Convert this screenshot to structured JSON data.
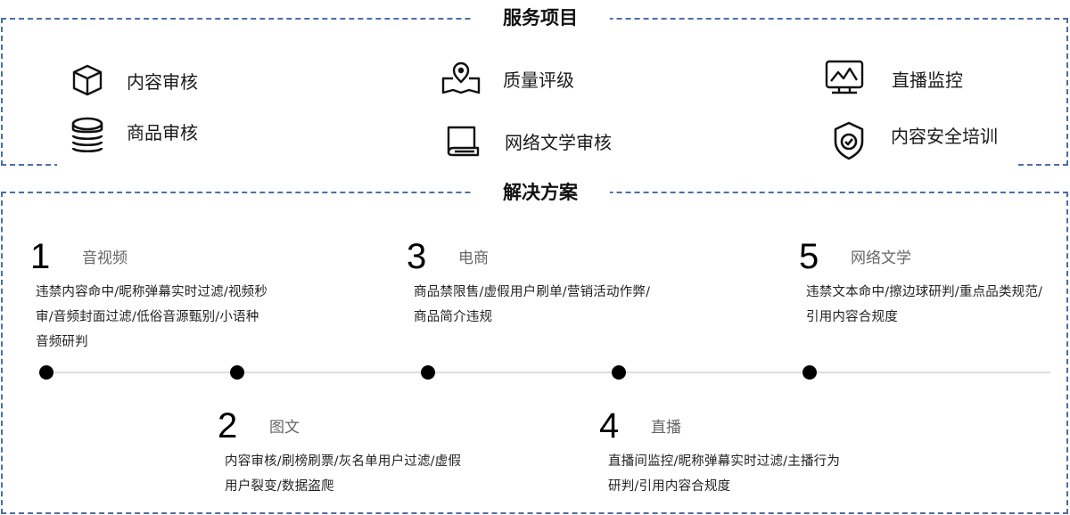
{
  "services": {
    "title": "服务项目",
    "items": [
      {
        "label": "内容审核",
        "icon": "cube-icon"
      },
      {
        "label": "质量评级",
        "icon": "map-pin-icon"
      },
      {
        "label": "直播监控",
        "icon": "monitor-chart-icon"
      },
      {
        "label": "商品审核",
        "icon": "database-stack-icon"
      },
      {
        "label": "网络文学审核",
        "icon": "book-icon"
      },
      {
        "label": "内容安全培训",
        "icon": "shield-check-icon"
      }
    ]
  },
  "solutions": {
    "title": "解决方案",
    "items": [
      {
        "num": "1",
        "name": "音视频",
        "desc": "违禁内容命中/昵称弹幕实时过滤/视频秒审/音频封面过滤/低俗音源甄别/小语种音频研判"
      },
      {
        "num": "2",
        "name": "图文",
        "desc": "内容审核/刷榜刷票/灰名单用户过滤/虚假用户裂变/数据盗爬"
      },
      {
        "num": "3",
        "name": "电商",
        "desc": "商品禁限售/虚假用户刷单/营销活动作弊/商品简介违规"
      },
      {
        "num": "4",
        "name": "直播",
        "desc": "直播间监控/昵称弹幕实时过滤/主播行为研判/引用内容合规度"
      },
      {
        "num": "5",
        "name": "网络文学",
        "desc": "违禁文本命中/擦边球研判/重点品类规范/引用内容合规度"
      }
    ]
  },
  "colors": {
    "border": "#4a6fa5",
    "timeline": "#dddddd",
    "dot": "#000000",
    "label_gray": "#666666"
  }
}
